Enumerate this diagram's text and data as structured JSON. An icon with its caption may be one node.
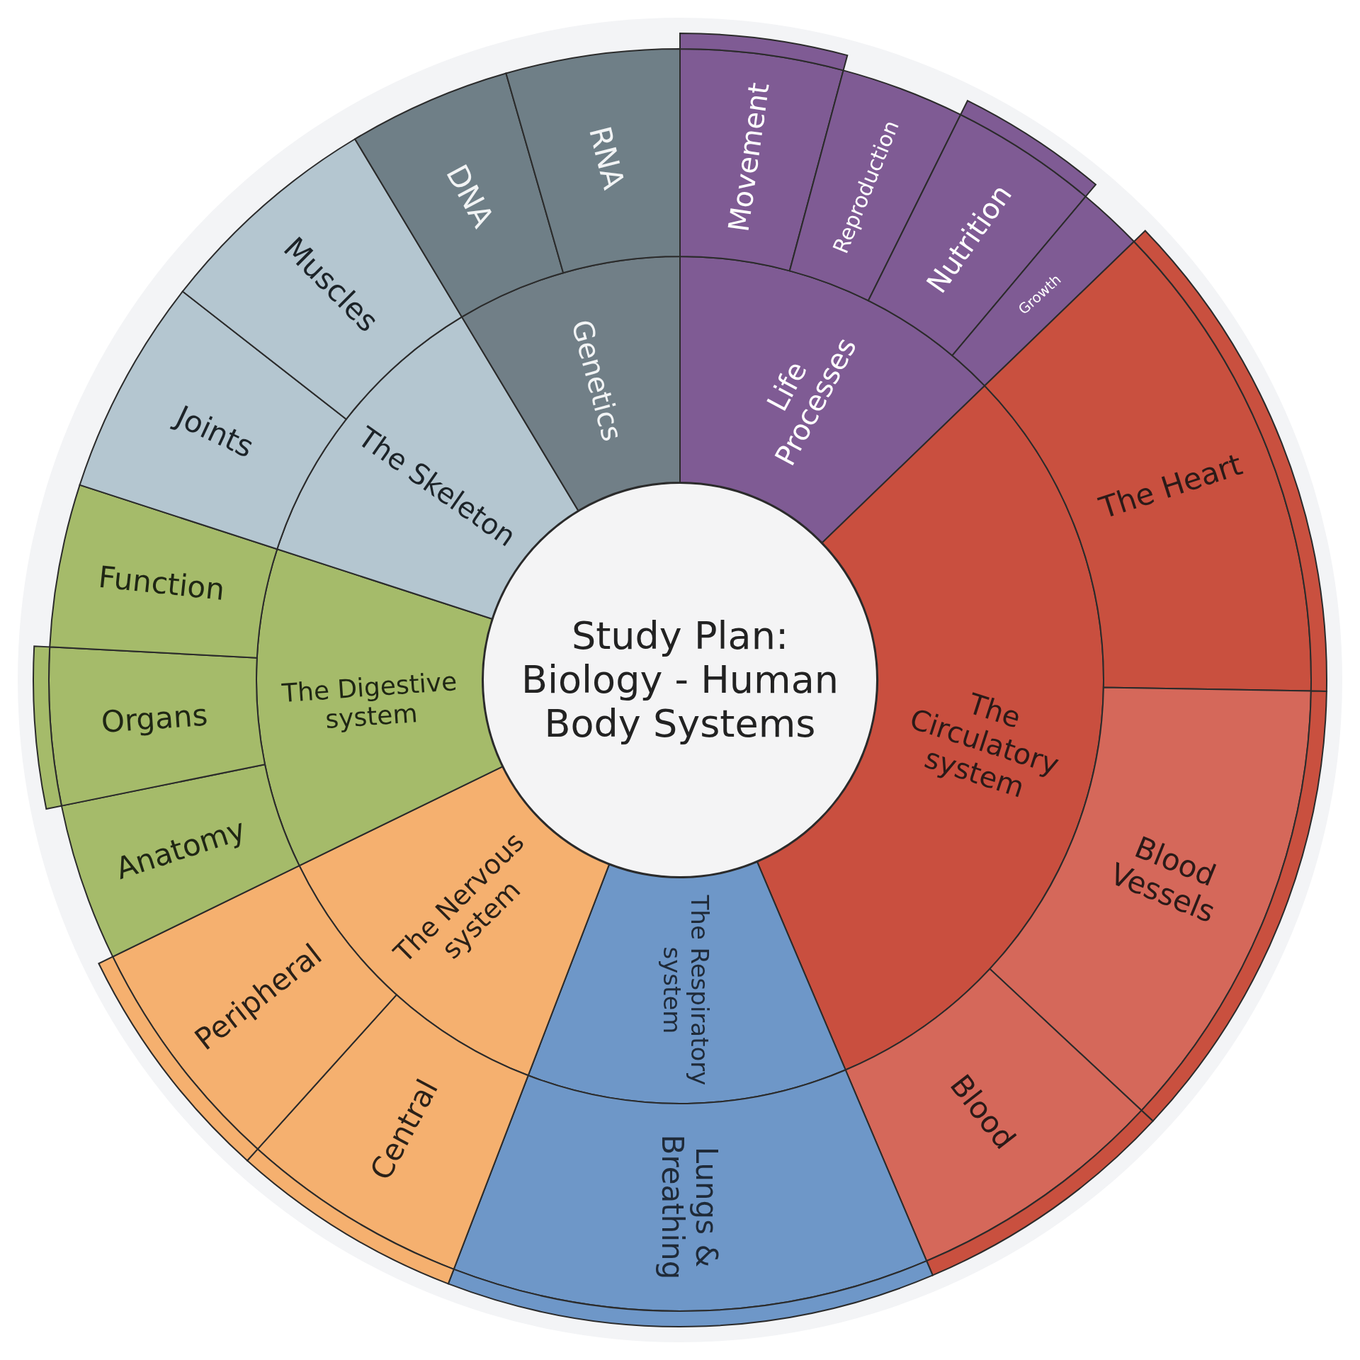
{
  "diagram": {
    "title": "Study Plan: Biology - Human Body Systems",
    "nodes": [
      {
        "text": [
          "Life Processes"
        ]
      },
      {
        "text": [
          "The Circulatory system"
        ]
      },
      {
        "text": [
          "The Respiratory system"
        ]
      },
      {
        "text": [
          "The Nervous system"
        ]
      },
      {
        "text": [
          "The Digestive system"
        ]
      },
      {
        "text": [
          "The Skeleton"
        ]
      },
      {
        "text": [
          "Genetics"
        ]
      },
      {
        "text": [
          "Movement"
        ]
      },
      {
        "text": [
          "Reproduction"
        ]
      },
      {
        "text": [
          "Nutrition"
        ]
      },
      {
        "text": [
          "Growth"
        ]
      },
      {
        "text": [
          "The Heart"
        ]
      },
      {
        "text": [
          "Blood Vessels"
        ]
      },
      {
        "text": [
          "Blood"
        ]
      },
      {
        "text": [
          "Lungs & Breathing"
        ]
      },
      {
        "text": [
          "Central"
        ]
      },
      {
        "text": [
          "Peripheral"
        ]
      },
      {
        "text": [
          "Anatomy"
        ]
      },
      {
        "text": [
          "Organs"
        ]
      },
      {
        "text": [
          "Function"
        ]
      },
      {
        "text": [
          "Joints"
        ]
      },
      {
        "text": [
          "Muscles"
        ]
      },
      {
        "text": [
          "DNA"
        ]
      },
      {
        "text": [
          "RNA"
        ]
      },
      {
        "text": [],
        "shape": "bar"
      },
      {
        "text": [],
        "shape": "bar"
      },
      {
        "text": [],
        "shape": "bar"
      },
      {
        "text": [],
        "shape": "bar"
      },
      {
        "text": [],
        "shape": "bar"
      },
      {
        "text": [],
        "shape": "bar"
      },
      {
        "text": [],
        "shape": "bar"
      },
      {
        "text": [],
        "shape": "bar"
      },
      {
        "text": [],
        "shape": "bar"
      }
    ]
  }
}
